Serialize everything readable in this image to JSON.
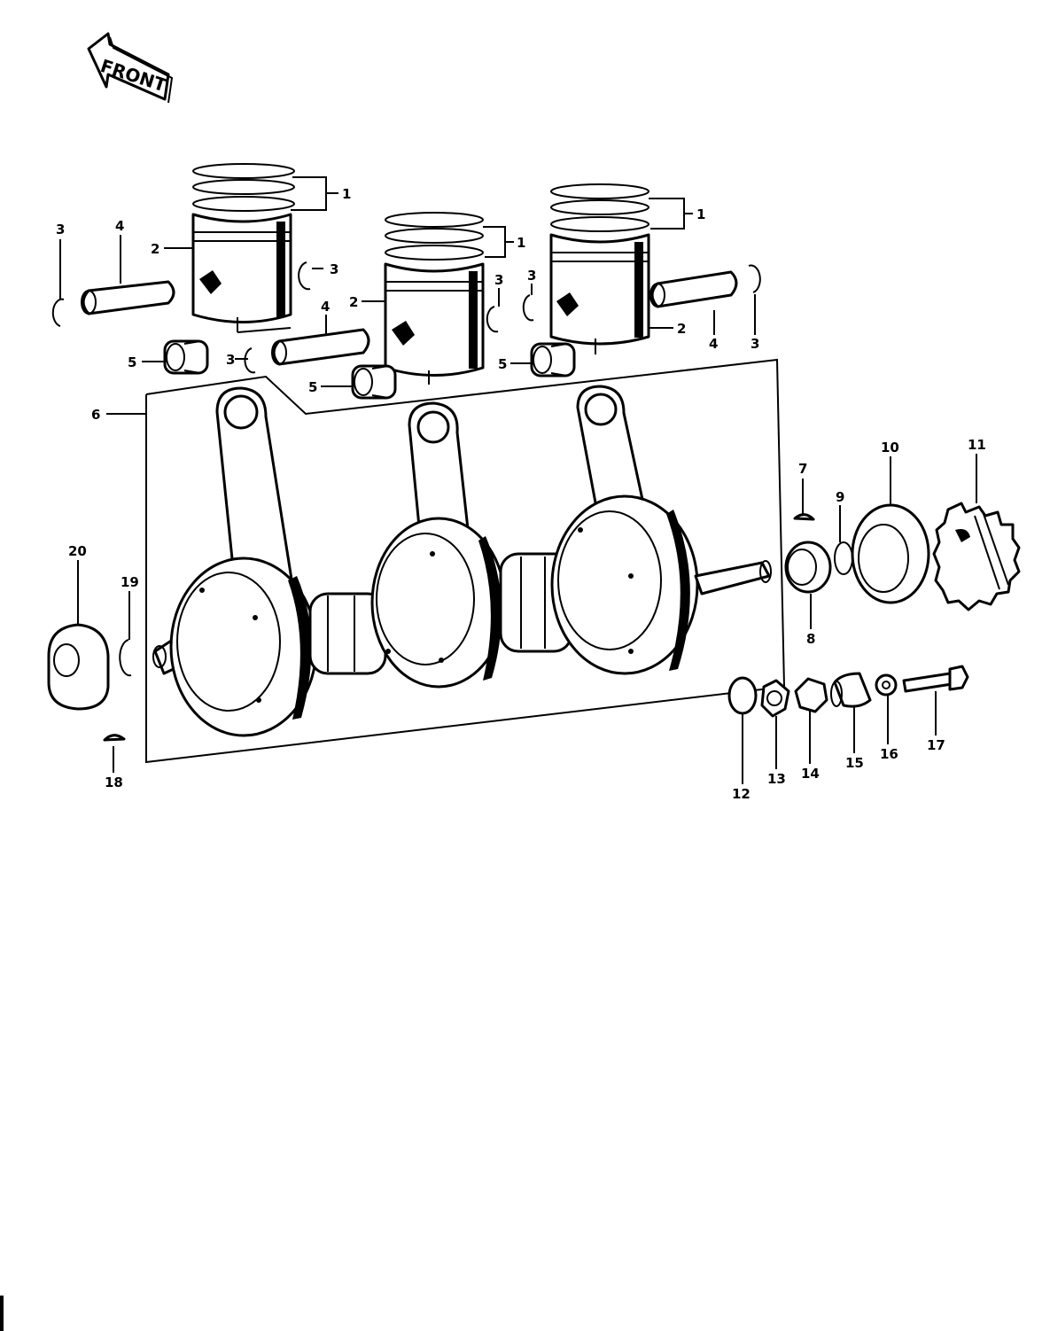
{
  "direction_label": "FRONT",
  "callouts": {
    "c1a": "1",
    "c1b": "1",
    "c1c": "1",
    "c2a": "2",
    "c2b": "2",
    "c2c": "2",
    "c3a": "3",
    "c3b": "3",
    "c3c": "3",
    "c3d": "3",
    "c3e": "3",
    "c3f": "3",
    "c4a": "4",
    "c4b": "4",
    "c4c": "4",
    "c5a": "5",
    "c5b": "5",
    "c5c": "5",
    "c6": "6",
    "c7": "7",
    "c8": "8",
    "c9": "9",
    "c10": "10",
    "c11": "11",
    "c12": "12",
    "c13": "13",
    "c14": "14",
    "c15": "15",
    "c16": "16",
    "c17": "17",
    "c18": "18",
    "c19": "19",
    "c20": "20"
  },
  "icons": {
    "direction": "front-arrow-icon"
  }
}
